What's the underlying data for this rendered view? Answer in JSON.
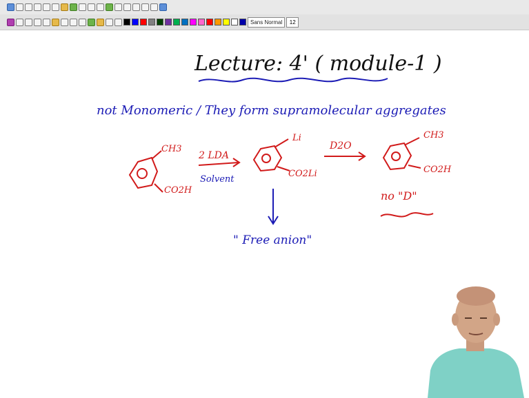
{
  "toolbar": {
    "font_name": "Sans Normal",
    "font_size": "12",
    "swatch_colors": [
      "#000000",
      "#0000ff",
      "#ff0000",
      "#808080",
      "#004000",
      "#7030a0",
      "#00b050",
      "#0070c0",
      "#ff00ff",
      "#ff66cc",
      "#ff0000",
      "#ff9900",
      "#ffff00",
      "#ffffff",
      "#0000aa"
    ]
  },
  "board": {
    "title": "Lecture: 4' ( module-1 )",
    "subtitle": "not Monomeric / They form supramolecular aggregates",
    "reagent_top": "2 LDA",
    "reagent_bottom": "Solvent",
    "reactant_ch3": "CH3",
    "reactant_co2h": "CO2H",
    "intermediate_li": "Li",
    "intermediate_co2li": "CO2Li",
    "second_reagent": "D2O",
    "product_ch3": "CH3",
    "product_co2h": "CO2H",
    "no_d_note": "no \"D\"",
    "free_anion": "\" Free anion\""
  },
  "colors": {
    "blue_ink": "#1b1bb5",
    "red_ink": "#d11a1a",
    "black_ink": "#111111"
  }
}
